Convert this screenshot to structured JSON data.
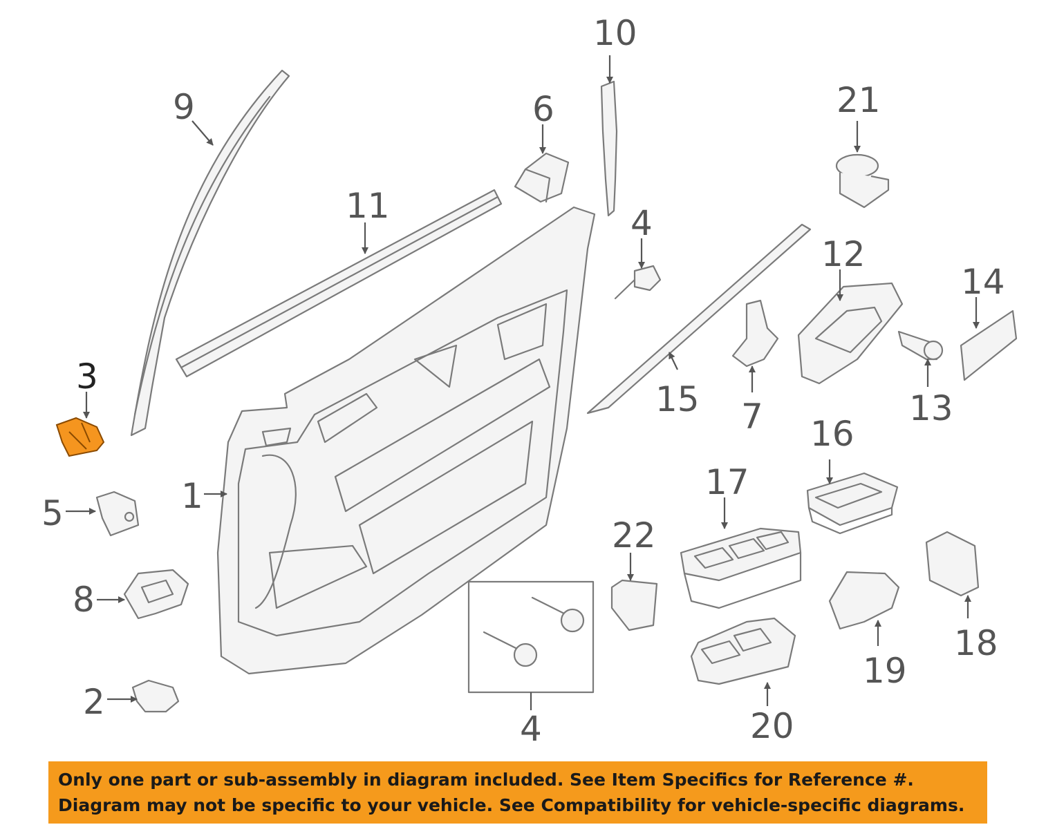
{
  "callouts": {
    "c1": "1",
    "c2": "2",
    "c3": "3",
    "c4a": "4",
    "c4b": "4",
    "c5": "5",
    "c6": "6",
    "c7": "7",
    "c8": "8",
    "c9": "9",
    "c10": "10",
    "c11": "11",
    "c12": "12",
    "c13": "13",
    "c14": "14",
    "c15": "15",
    "c16": "16",
    "c17": "17",
    "c18": "18",
    "c19": "19",
    "c20": "20",
    "c21": "21",
    "c22": "22"
  },
  "highlight": {
    "part": "3",
    "color": "#f5951f"
  },
  "banner": {
    "line1": "Only one part or sub-assembly in diagram included. See Item Specifics for Reference #.",
    "line2": "Diagram may not be specific to your vehicle. See Compatibility for vehicle-specific diagrams.",
    "color": "#f59a1c"
  }
}
